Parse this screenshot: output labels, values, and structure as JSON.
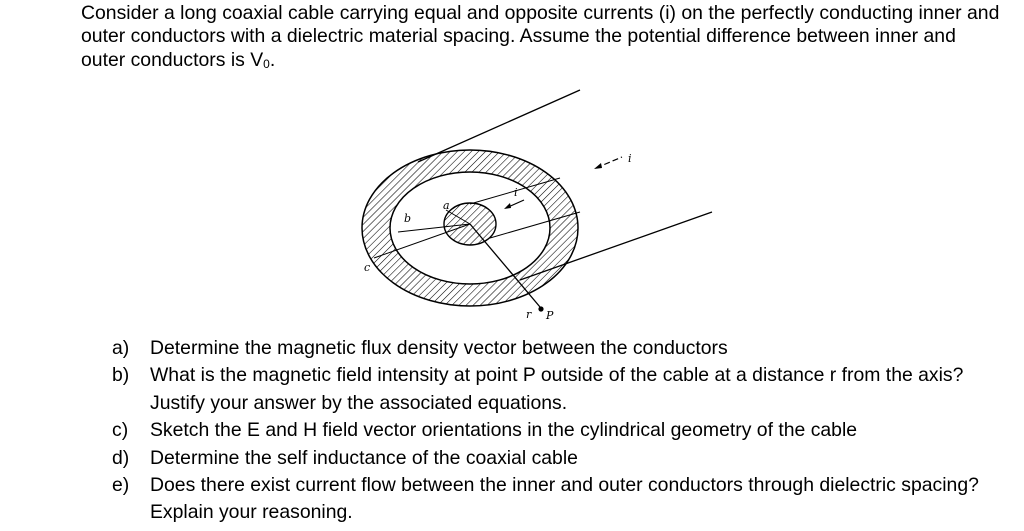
{
  "intro": {
    "text": "Consider a long coaxial cable carrying equal and opposite currents (i) on the perfectly conducting inner and outer conductors with a dielectric material spacing. Assume the potential difference between inner and outer conductors is V",
    "subscript": "0",
    "end": "."
  },
  "figure": {
    "labels": {
      "b": "b",
      "a": "a",
      "c": "c",
      "i_inner": "i",
      "i_outer": "i",
      "r": "r",
      "P": "P"
    }
  },
  "questions": [
    {
      "label": "a)",
      "text": "Determine the magnetic flux density vector between the conductors"
    },
    {
      "label": "b)",
      "text": "What is the magnetic field intensity at point P outside of the cable at a distance r from the axis? Justify your answer by the associated equations."
    },
    {
      "label": "c)",
      "text": "Sketch the E and H field vector orientations in the cylindrical geometry of the cable"
    },
    {
      "label": "d)",
      "text": "Determine the self inductance of the coaxial cable"
    },
    {
      "label": "e)",
      "text": "Does there exist current flow between the inner and outer conductors through dielectric spacing? Explain your reasoning."
    }
  ]
}
